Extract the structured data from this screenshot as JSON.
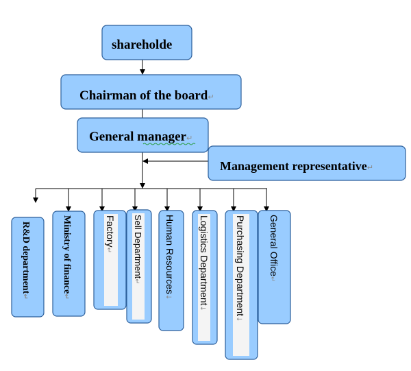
{
  "nodes": {
    "shareholder": "shareholde",
    "chairman": "Chairman of the board",
    "general_manager": "General manager",
    "management_rep": "Management representative"
  },
  "departments": [
    "R&D department",
    "Ministry of finance",
    "Factory",
    "Sell Department",
    "Human Resources",
    "Logistics Department",
    "Purchasing Department",
    "General Office"
  ],
  "marks": {
    "return": "↵",
    "linebreak": "↓"
  }
}
